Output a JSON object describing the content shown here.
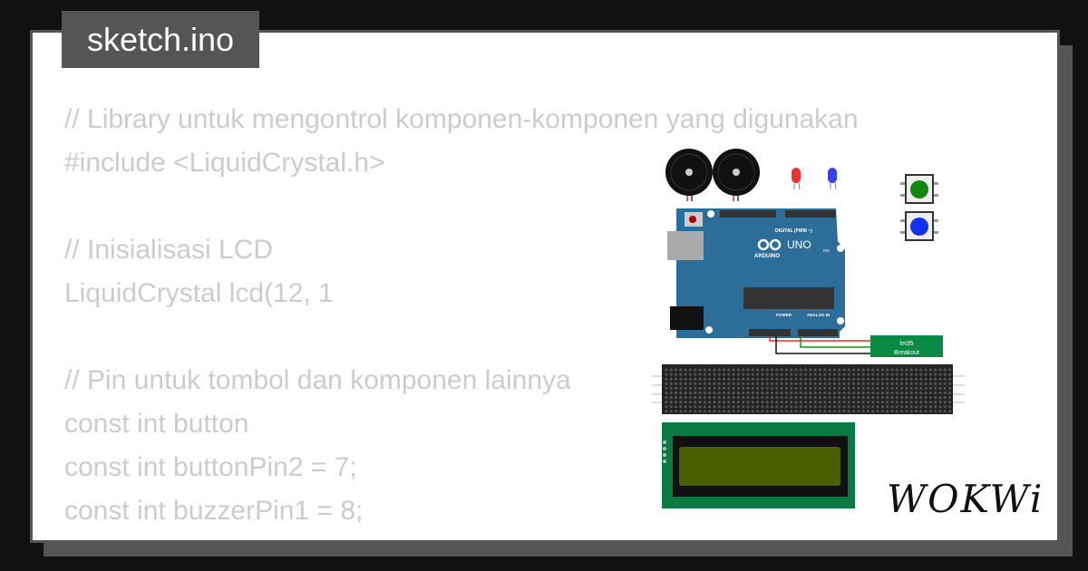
{
  "title": "sketch.ino",
  "code_lines": [
    "// Library untuk mengontrol komponen-komponen yang digunakan",
    "#include <LiquidCrystal.h>",
    "",
    "// Inisialisasi LCD",
    "LiquidCrystal lcd(12, 1",
    "",
    "// Pin untuk tombol dan komponen lainnya",
    "const int button",
    "const int buttonPin2 = 7;",
    "const int buzzerPin1 = 8;"
  ],
  "components": {
    "arduino": {
      "brand": "ARDUINO",
      "model": "UNO",
      "digital_label": "DIGITAL (PWM ~)",
      "power_label": "POWER",
      "analog_label": "ANALOG IN",
      "on_label": "ON"
    },
    "lm35": {
      "line1": "lm35",
      "line2": "Breakout"
    },
    "buttons": [
      {
        "color": "#118811"
      },
      {
        "color": "#1133ee"
      }
    ],
    "leds": [
      {
        "color": "#ee3333"
      },
      {
        "color": "#3344ee"
      }
    ],
    "wires": {
      "vcc": "#ff2222",
      "signal": "#119911",
      "gnd": "#111111"
    }
  },
  "brand": "WOKWi"
}
